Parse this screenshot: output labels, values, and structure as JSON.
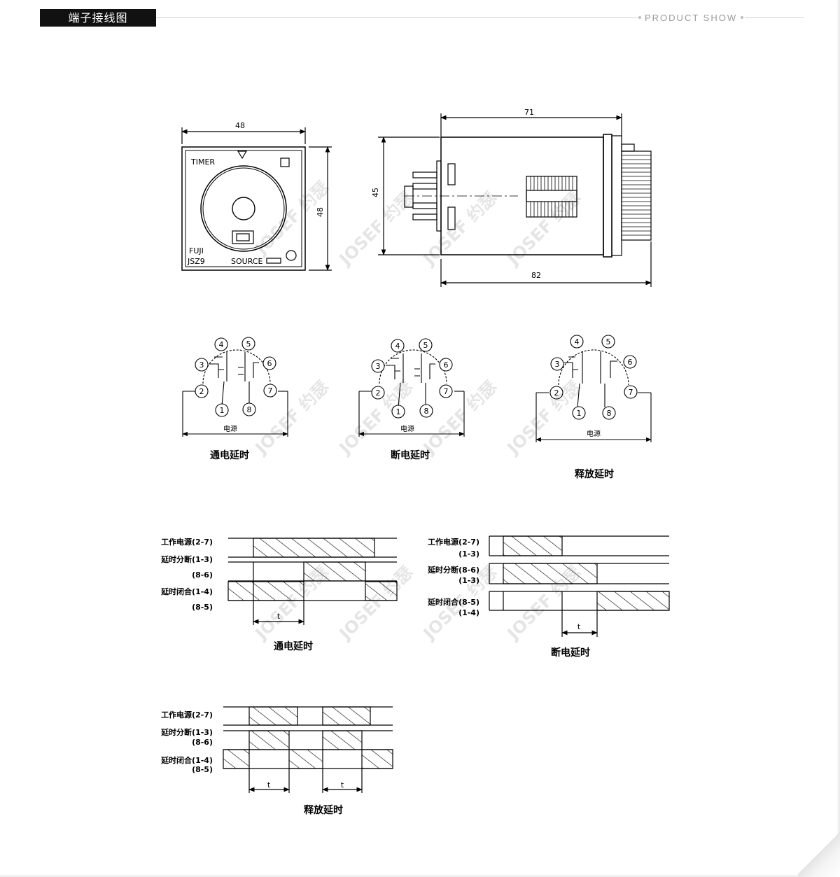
{
  "header": {
    "title": "端子接线图",
    "tagline": "PRODUCT SHOW"
  },
  "front_view": {
    "width_label": "48",
    "height_label": "48",
    "timer_label": "TIMER",
    "brand_label": "FUJI",
    "model_label": "JSZ9",
    "source_label": "SOURCE"
  },
  "side_view": {
    "length_label": "71",
    "height_label": "45",
    "total_length_label": "82"
  },
  "wiring": {
    "pins": [
      "1",
      "2",
      "3",
      "4",
      "5",
      "6",
      "7",
      "8"
    ],
    "power_label": "电源",
    "titles": [
      "通电延时",
      "断电延时",
      "释放延时"
    ]
  },
  "timing": {
    "on_delay": {
      "rows": [
        "工作电源(2-7)",
        "延时分断(1-3)",
        "(8-6)",
        "延时闭合(1-4)",
        "(8-5)"
      ],
      "t_label": "t",
      "title": "通电延时"
    },
    "off_delay": {
      "rows": [
        "工作电源(2-7)",
        "(1-3)",
        "延时分断(8-6)",
        "(1-3)",
        "延时闭合(8-5)",
        "(1-4)"
      ],
      "t_label": "t",
      "title": "断电延时"
    },
    "release_delay": {
      "rows": [
        "工作电源(2-7)",
        "延时分断(1-3)",
        "(8-6)",
        "延时闭合(1-4)",
        "(8-5)"
      ],
      "t_label": "t",
      "title": "释放延时"
    }
  },
  "watermark": "JOSEF 约瑟"
}
